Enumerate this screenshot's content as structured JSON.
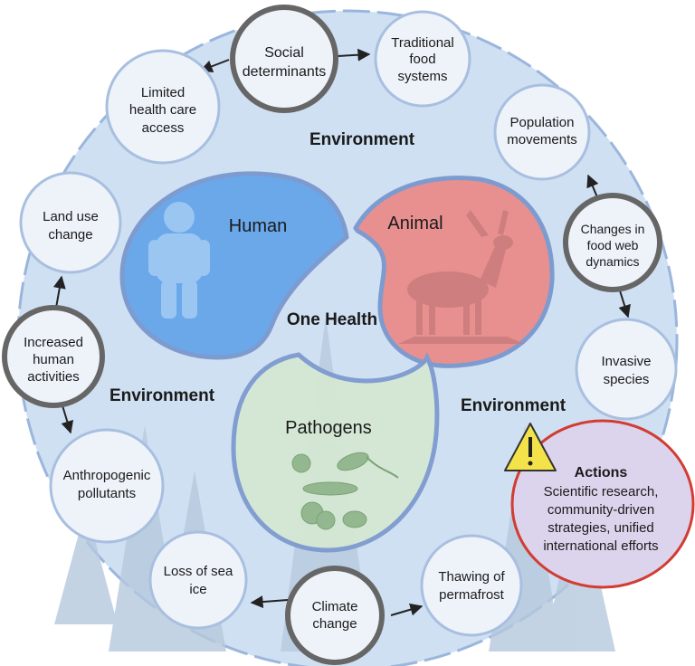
{
  "colors": {
    "background_circle": "#cfe0f2",
    "background_edge": "#9bb6dc",
    "human": "#6aa8ea",
    "animal": "#e8908f",
    "pathogens": "#d5e8d4",
    "node_fill": "#eef3fa",
    "node_border": "#a8bfe0",
    "driver_border": "#666666",
    "actions_border": "#d23c32",
    "actions_fill": "#dcd4ec",
    "warning": "#f4e24a"
  },
  "center": {
    "label": "One Health"
  },
  "environment_labels": [
    "Environment",
    "Environment",
    "Environment"
  ],
  "sectors": {
    "human": "Human",
    "animal": "Animal",
    "pathogens": "Pathogens"
  },
  "drivers": {
    "social": [
      "Social",
      "determinants"
    ],
    "food_web": [
      "Changes in",
      "food web",
      "dynamics"
    ],
    "climate": [
      "Climate",
      "change"
    ],
    "human_activities": [
      "Increased",
      "human",
      "activities"
    ]
  },
  "outcomes": {
    "traditional_food": [
      "Traditional",
      "food",
      "systems"
    ],
    "health_care": [
      "Limited",
      "health care",
      "access"
    ],
    "population": [
      "Population",
      "movements"
    ],
    "invasive": [
      "Invasive",
      "species"
    ],
    "permafrost": [
      "Thawing of",
      "permafrost"
    ],
    "sea_ice": [
      "Loss of sea",
      "ice"
    ],
    "land_use": [
      "Land use",
      "change"
    ],
    "pollutants": [
      "Anthropogenic",
      "pollutants"
    ]
  },
  "actions": {
    "title": "Actions",
    "lines": [
      "Scientific research,",
      "community-driven",
      "strategies, unified",
      "international efforts"
    ]
  },
  "icons": [
    "person-icon",
    "reindeer-icon",
    "microbes-icon",
    "warning-icon",
    "tree-icon"
  ]
}
